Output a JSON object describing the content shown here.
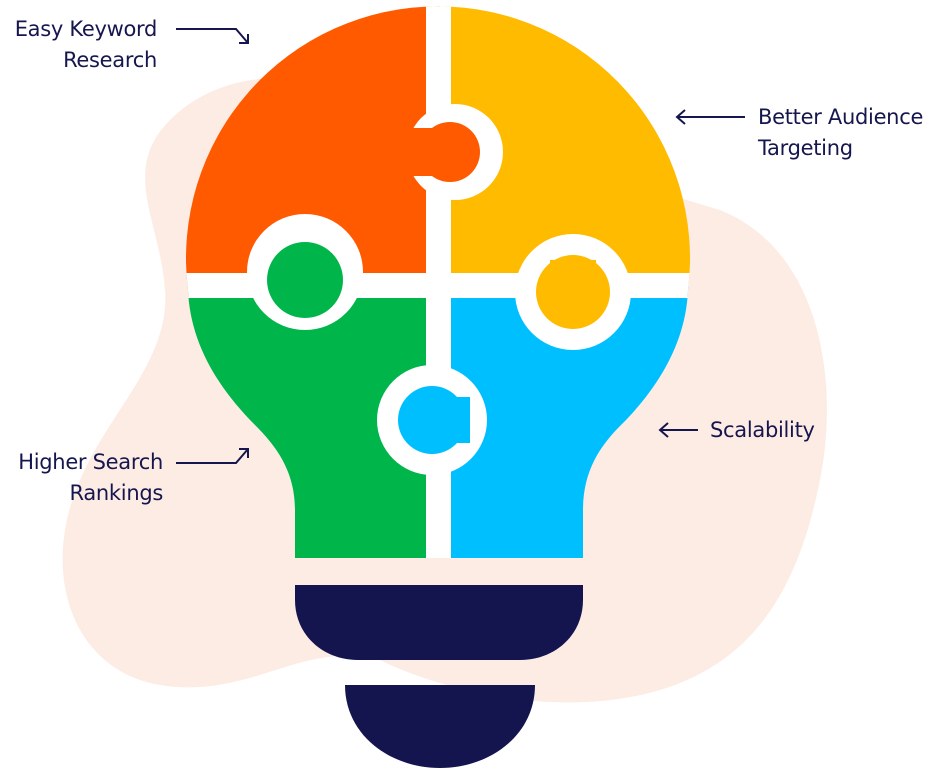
{
  "labels": {
    "top_left": [
      "Easy Keyword",
      "Research"
    ],
    "top_right": [
      "Better Audience",
      "Targeting"
    ],
    "bottom_left": [
      "Higher Search",
      "Rankings"
    ],
    "bottom_right": [
      "Scalability"
    ]
  },
  "colors": {
    "orange": "#ff5a00",
    "yellow": "#ffbb00",
    "green": "#00b64b",
    "blue": "#00bfff",
    "navy": "#14144f",
    "blob": "#fdece4"
  }
}
